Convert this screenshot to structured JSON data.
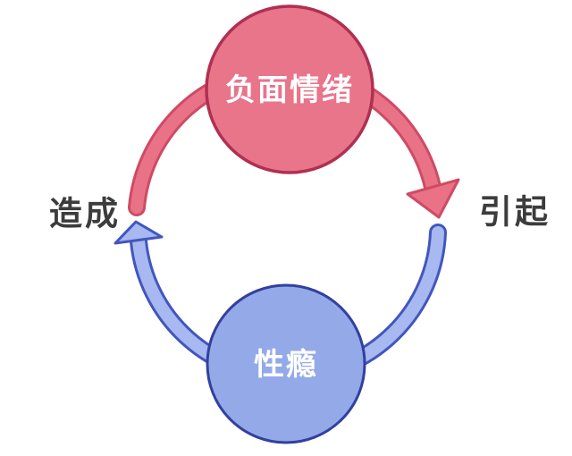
{
  "diagram": {
    "type": "cycle",
    "background": "#FFFFFF",
    "label_color": "#3C3C3C",
    "nodes": [
      {
        "id": "negative-emotions",
        "label": "负面情绪",
        "fill": "#E8758A",
        "border": "#B03051",
        "text_color": "#FFFFFF",
        "position": "top"
      },
      {
        "id": "sex-addiction",
        "label": "性瘾",
        "fill": "#94A9E8",
        "border": "#32409E",
        "text_color": "#FFFFFF",
        "position": "bottom"
      }
    ],
    "arrows": [
      {
        "id": "arrow-right",
        "label": "引起",
        "from": "negative-emotions",
        "to": "sex-addiction",
        "side": "right",
        "direction": "downward",
        "fill": "#E97287",
        "border": "#CE4B63"
      },
      {
        "id": "arrow-left",
        "label": "造成",
        "from": "sex-addiction",
        "to": "negative-emotions",
        "side": "left",
        "direction": "upward",
        "fill": "#A8B8F0",
        "border": "#4156BE"
      }
    ]
  }
}
